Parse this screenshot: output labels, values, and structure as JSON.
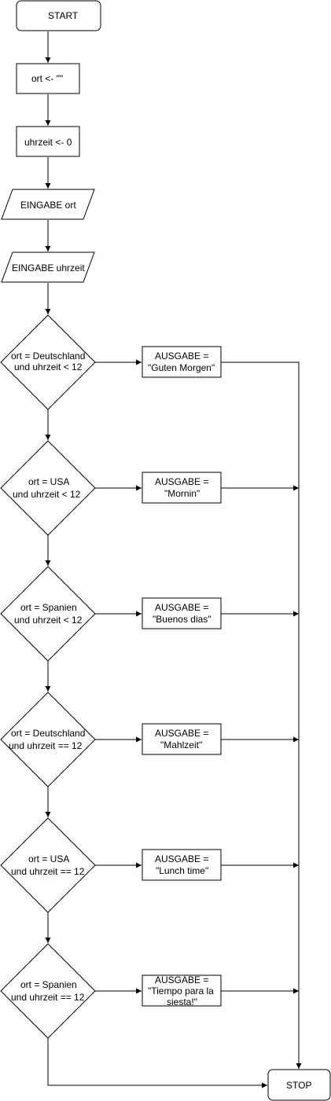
{
  "flowchart": {
    "start": "START",
    "stop": "STOP",
    "init_ort": "ort <- \"\"",
    "init_uhrzeit": "uhrzeit <- 0",
    "input_ort": "EINGABE ort",
    "input_uhrzeit": "EINGABE uhrzeit",
    "decisions": [
      {
        "line1": "ort = Deutschland",
        "line2": "und uhrzeit < 12",
        "out1": "AUSGABE =",
        "out2": "\"Guten Morgen\""
      },
      {
        "line1": "ort = USA",
        "line2": "und uhrzeit < 12",
        "out1": "AUSGABE =",
        "out2": "\"Mornin\""
      },
      {
        "line1": "ort = Spanien",
        "line2": "und uhrzeit < 12",
        "out1": "AUSGABE =",
        "out2": "\"Buenos dias\""
      },
      {
        "line1": "ort = Deutschland",
        "line2": "und uhrzeit == 12",
        "out1": "AUSGABE =",
        "out2": "\"Mahlzeit\""
      },
      {
        "line1": "ort = USA",
        "line2": "und uhrzeit == 12",
        "out1": "AUSGABE =",
        "out2": "\"Lunch time\""
      },
      {
        "line1": "ort = Spanien",
        "line2": "und uhrzeit == 12",
        "out1": "AUSGABE =",
        "out2": "\"Tiempo para la",
        "out3": "siesta!\""
      }
    ]
  }
}
